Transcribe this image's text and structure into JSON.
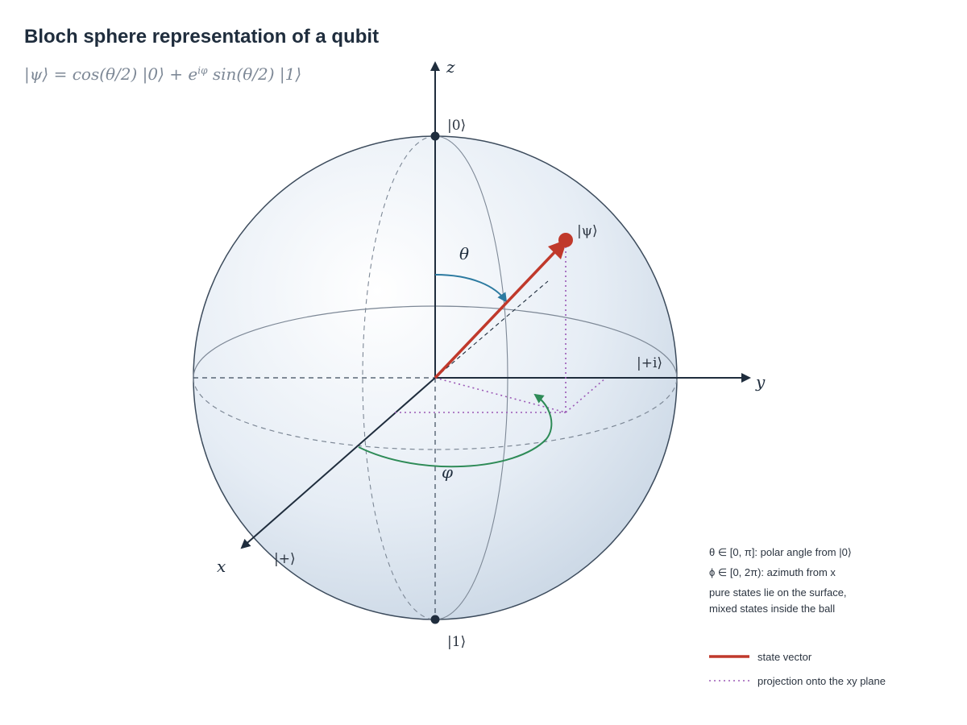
{
  "title": "Bloch sphere representation of a qubit",
  "formula": {
    "lhs": "|ψ⟩ = cos(θ/2) |0⟩ + e",
    "sup": "iφ",
    "rhs": " sin(θ/2) |1⟩"
  },
  "axes": {
    "x": "x",
    "y": "y",
    "z": "z"
  },
  "states": {
    "zero": "|0⟩",
    "one": "|1⟩",
    "plus": "|+⟩",
    "plus_i": "|+i⟩",
    "psi": "|ψ⟩"
  },
  "angles": {
    "theta": "θ",
    "phi": "φ"
  },
  "notes": [
    "θ ∈ [0, π]: polar angle from |0⟩",
    "ϕ ∈ [0, 2π): azimuth from x",
    "pure states lie on the surface,",
    "mixed states inside the ball"
  ],
  "legend": {
    "state_vector": "state vector",
    "projection": "projection onto the xy plane"
  },
  "colors": {
    "state_vector": "#c0392b",
    "theta_arc": "#2c7aa0",
    "phi_arc": "#2e8b57",
    "projection": "#9b59b6",
    "axis": "#1f2d3d"
  }
}
